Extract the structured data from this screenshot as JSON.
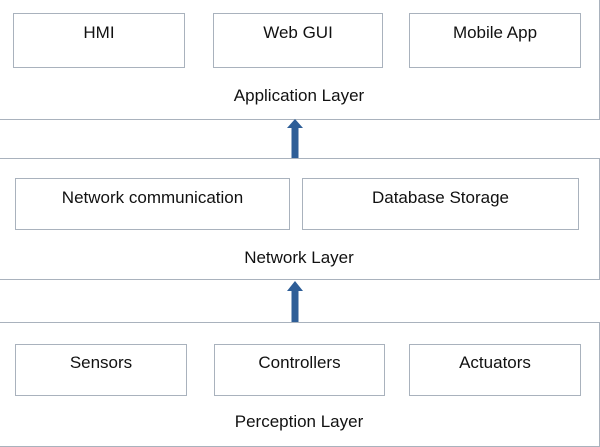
{
  "application_layer": {
    "label": "Application Layer",
    "boxes": [
      "HMI",
      "Web GUI",
      "Mobile App"
    ]
  },
  "network_layer": {
    "label": "Network Layer",
    "boxes": [
      "Network communication",
      "Database Storage"
    ]
  },
  "perception_layer": {
    "label": "Perception Layer",
    "boxes": [
      "Sensors",
      "Controllers",
      "Actuators"
    ]
  },
  "colors": {
    "border": "#a9b2bd",
    "arrow": "#2e5e97"
  }
}
